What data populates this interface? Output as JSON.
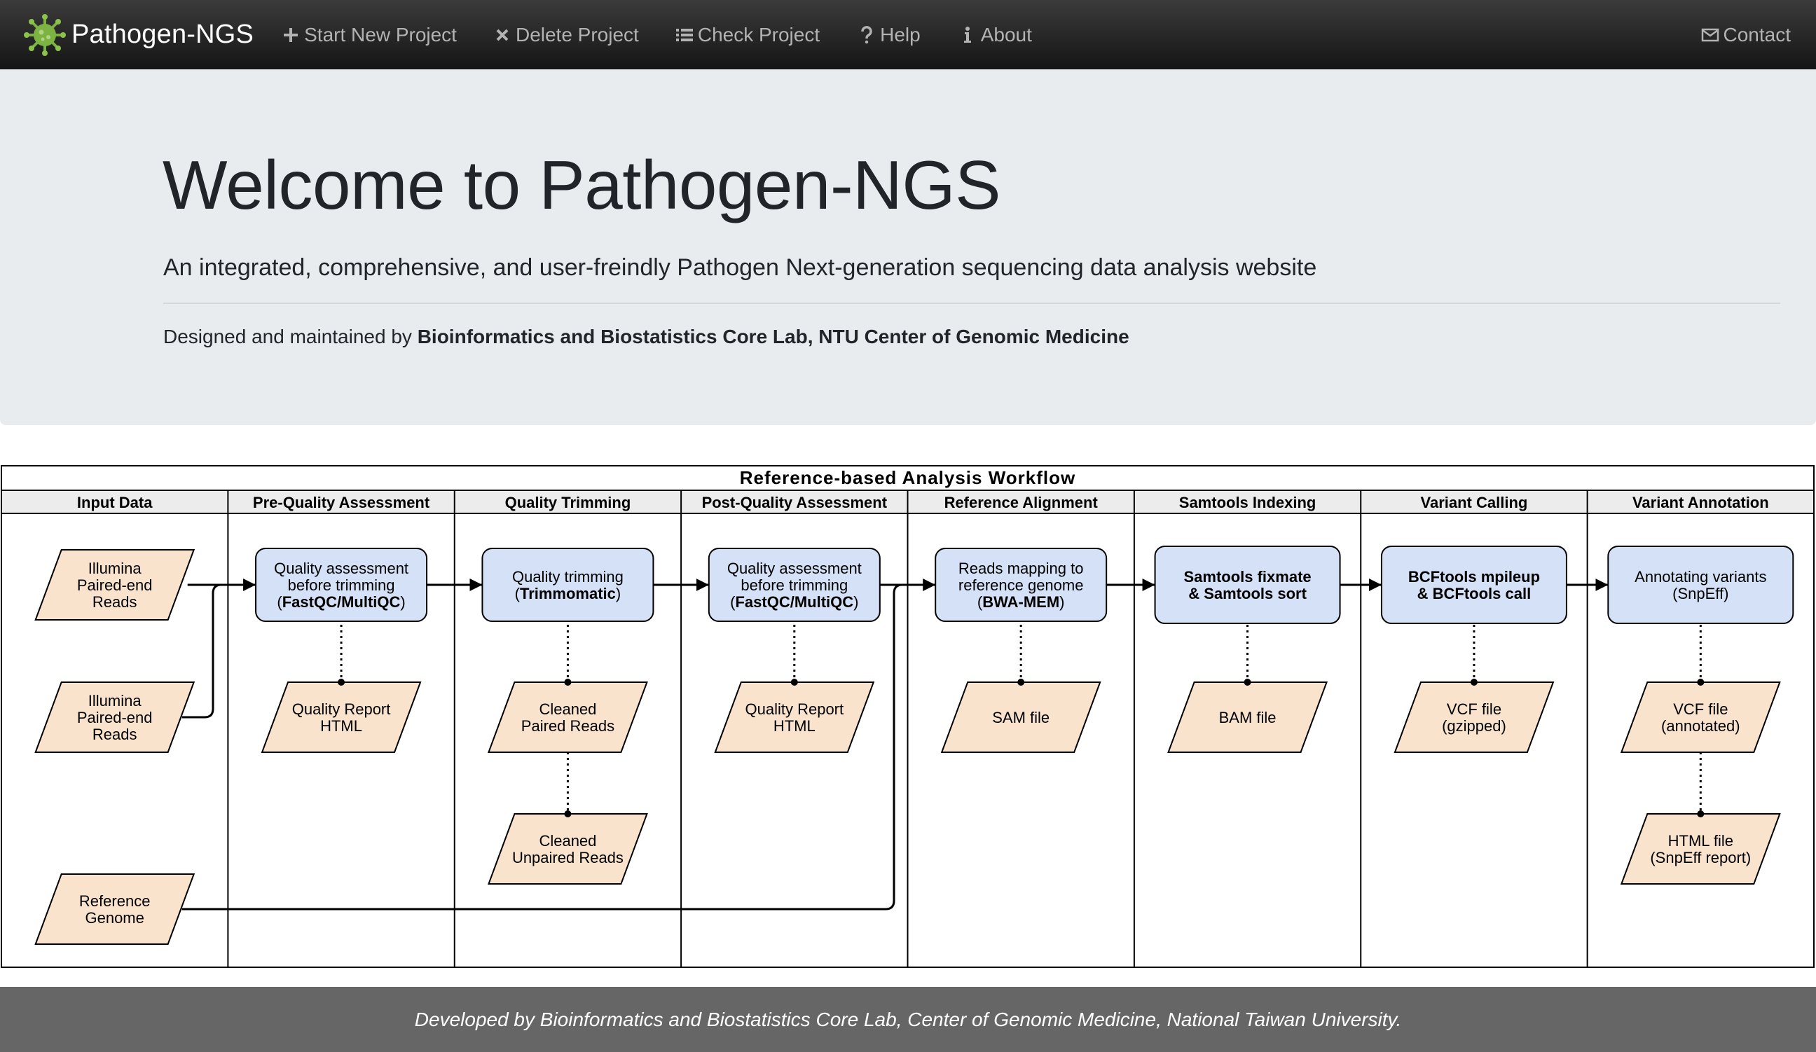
{
  "navbar": {
    "brand": "Pathogen-NGS",
    "brand_icon": "virus-icon",
    "items": [
      {
        "label": "Start New Project",
        "icon": "plus-icon"
      },
      {
        "label": "Delete Project",
        "icon": "close-icon"
      },
      {
        "label": "Check Project",
        "icon": "list-icon"
      },
      {
        "label": "Help",
        "icon": "question-icon"
      },
      {
        "label": "About",
        "icon": "info-icon"
      }
    ],
    "contact": {
      "label": "Contact",
      "icon": "envelope-icon"
    }
  },
  "hero": {
    "title": "Welcome to Pathogen-NGS",
    "lead": "An integrated, comprehensive, and user-freindly Pathogen Next-generation sequencing data analysis website",
    "credit_prefix": "Designed and maintained by",
    "credit_org": "Bioinformatics and Biostatistics Core Lab, NTU Center of Genomic Medicine"
  },
  "workflow": {
    "title": "Reference-based Analysis Workflow",
    "columns": [
      "Input Data",
      "Pre-Quality Assessment",
      "Quality Trimming",
      "Post-Quality Assessment",
      "Reference Alignment",
      "Samtools Indexing",
      "Variant Calling",
      "Variant Annotation"
    ],
    "inputs": [
      [
        "Illumina",
        "Paired-end",
        "Reads"
      ],
      [
        "Illumina",
        "Paired-end",
        "Reads"
      ],
      [
        "Reference",
        "Genome"
      ]
    ],
    "processes": [
      [
        [
          "Quality assessment"
        ],
        [
          "before trimming"
        ],
        [
          "(",
          "FastQC/MultiQC",
          ")"
        ]
      ],
      [
        [
          "Quality trimming"
        ],
        [
          "(",
          "Trimmomatic",
          ")"
        ]
      ],
      [
        [
          "Quality assessment"
        ],
        [
          "before trimming"
        ],
        [
          "(",
          "FastQC/MultiQC",
          ")"
        ]
      ],
      [
        [
          "Reads mapping to"
        ],
        [
          "reference genome"
        ],
        [
          "(",
          "BWA-MEM",
          ")"
        ]
      ],
      [
        [
          "",
          "Samtools fixmate",
          ""
        ],
        [
          "",
          "& Samtools sort",
          ""
        ]
      ],
      [
        [
          "",
          "BCFtools mpileup",
          ""
        ],
        [
          "",
          "& BCFtools call",
          ""
        ]
      ],
      [
        [
          "Annotating variants"
        ],
        [
          "(SnpEff)"
        ]
      ]
    ],
    "outputs": [
      [
        [
          "Quality Report",
          "HTML"
        ]
      ],
      [
        [
          "Cleaned",
          "Paired Reads"
        ],
        [
          "Cleaned",
          "Unpaired Reads"
        ]
      ],
      [
        [
          "Quality Report",
          "HTML"
        ]
      ],
      [
        [
          "SAM file"
        ]
      ],
      [
        [
          "BAM file"
        ]
      ],
      [
        [
          "VCF file",
          "(gzipped)"
        ]
      ],
      [
        [
          "VCF file",
          "(annotated)"
        ],
        [
          "HTML file",
          "(SnpEff report)"
        ]
      ]
    ],
    "colors": {
      "process_fill": "#d4e1f7",
      "data_fill": "#fae3cd",
      "header_fill": "#ececec",
      "line": "#000000"
    }
  },
  "footer": {
    "text": "Developed by Bioinformatics and Biostatistics Core Lab, Center of Genomic Medicine, National Taiwan University."
  }
}
